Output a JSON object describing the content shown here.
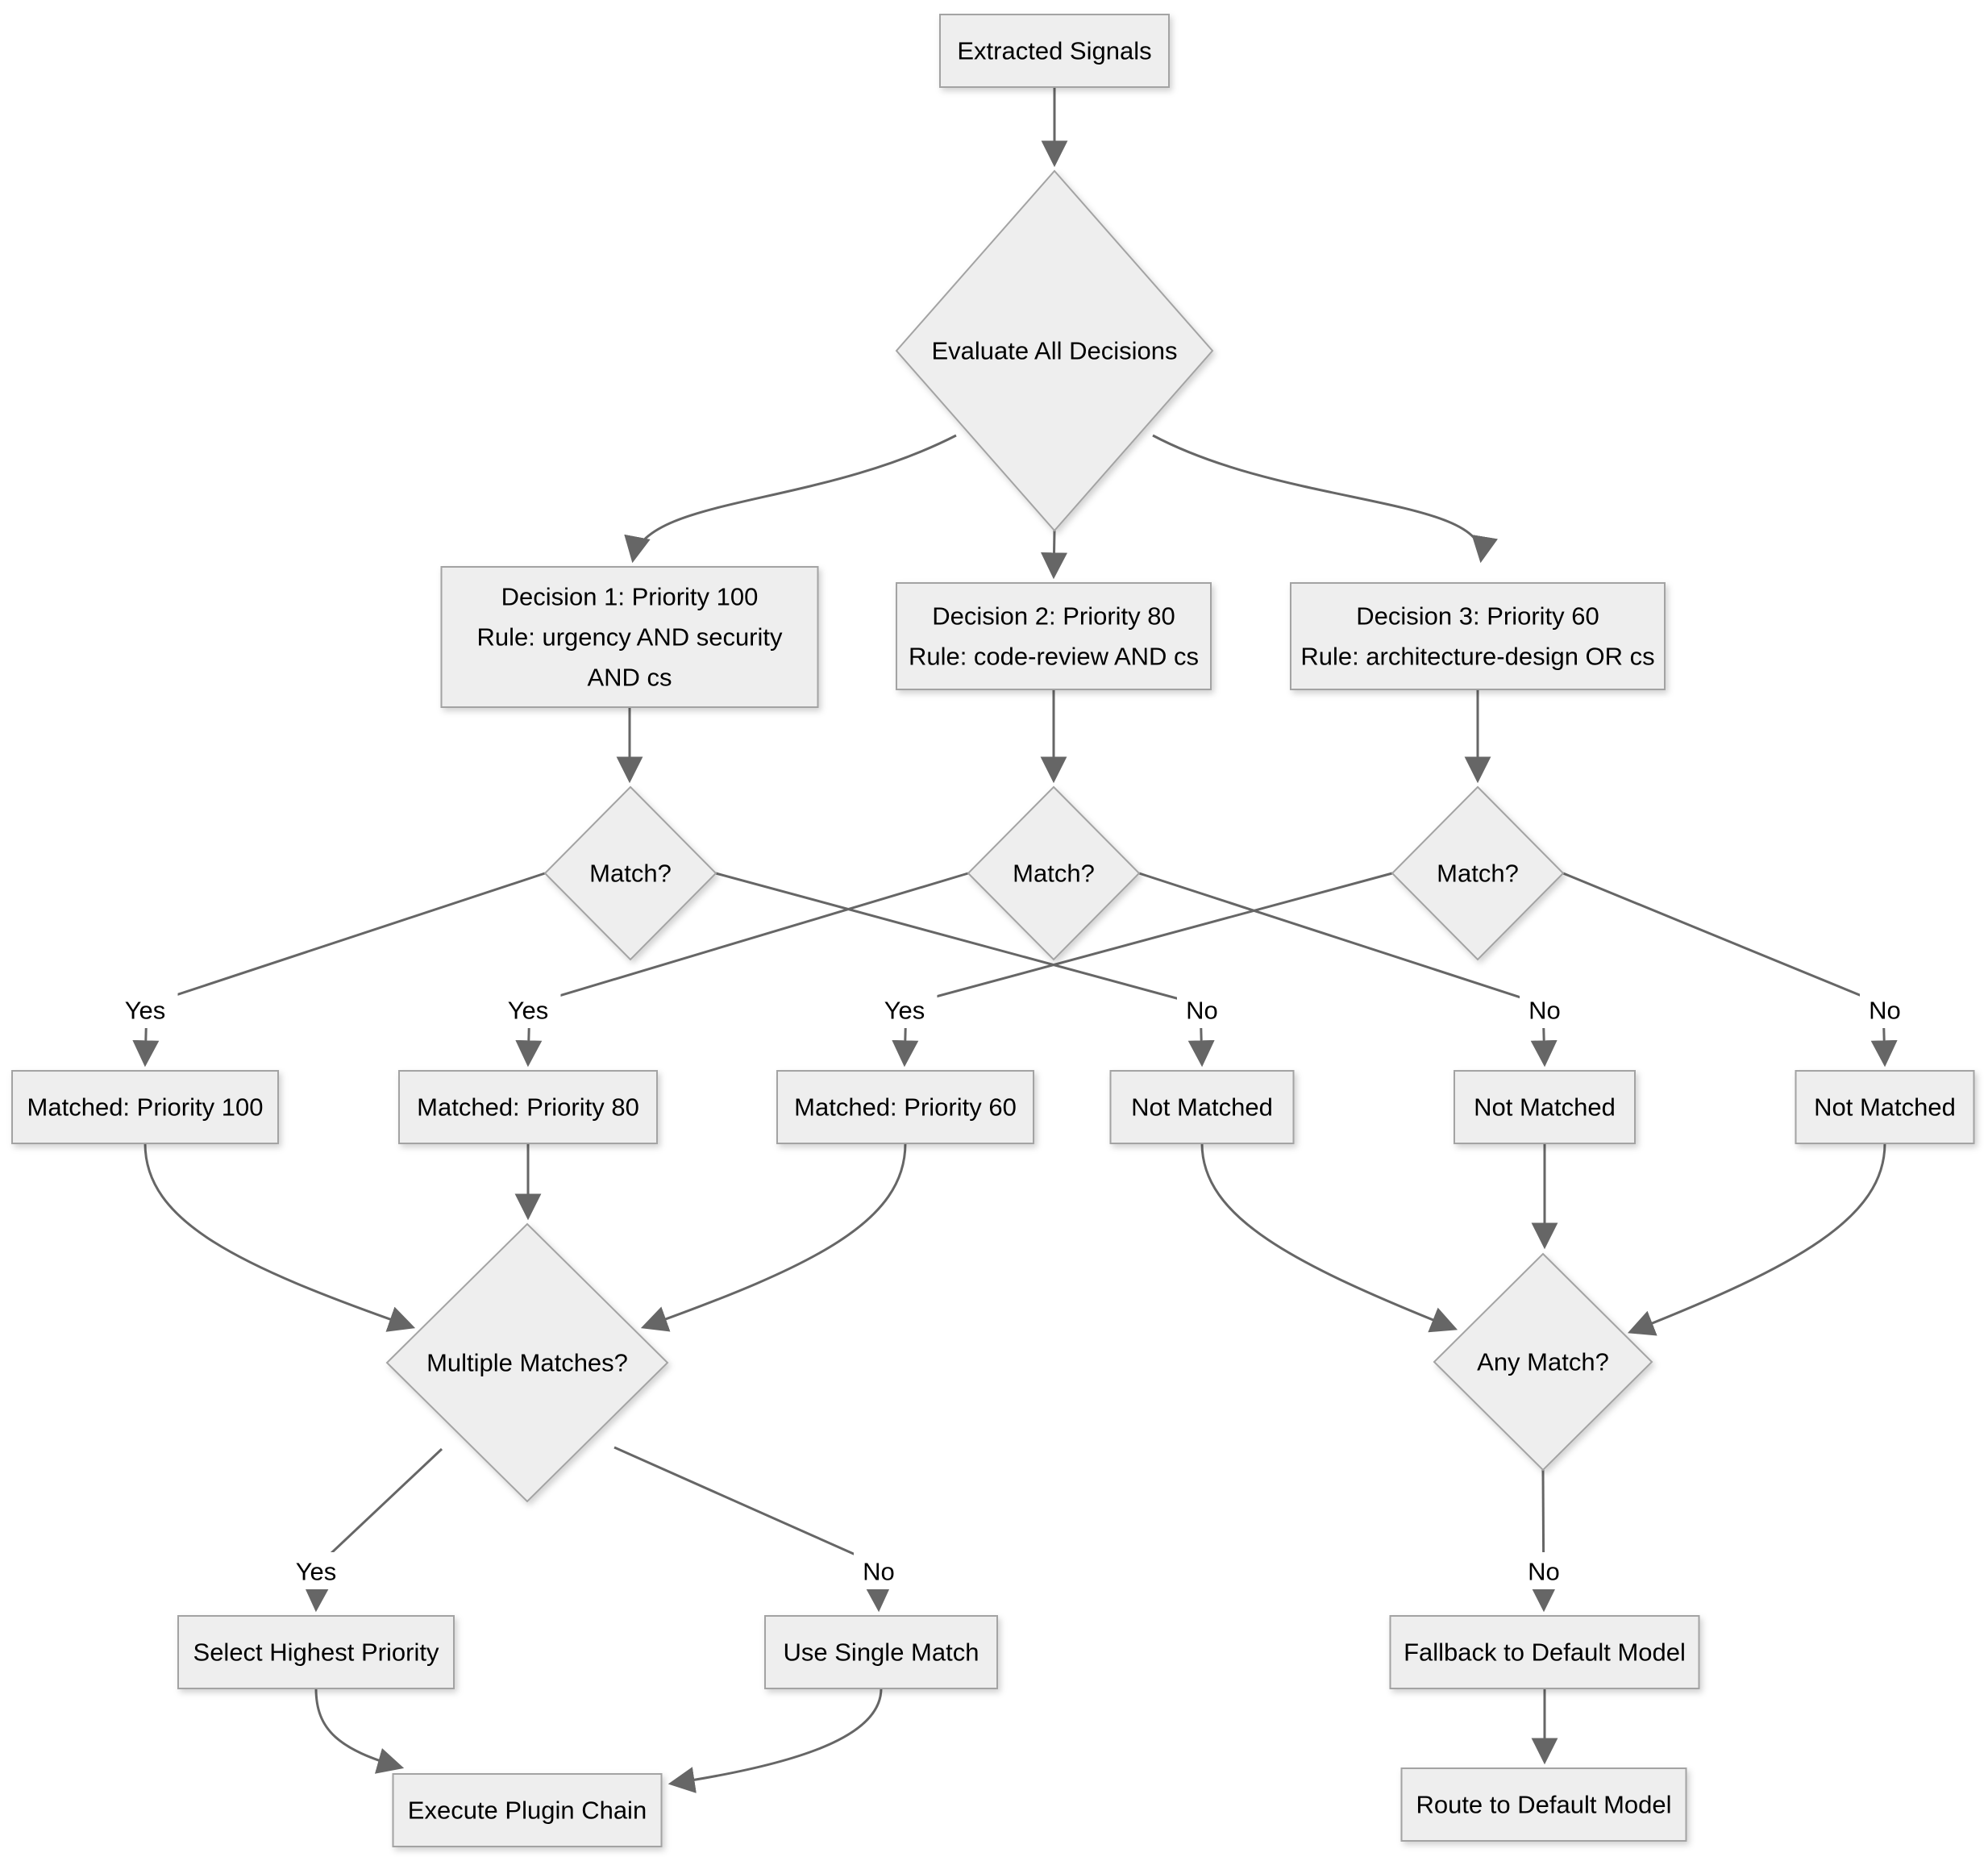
{
  "diagram": {
    "type": "flowchart",
    "colors": {
      "background": "#ffffff",
      "node_fill": "#eeeeee",
      "node_stroke": "#a3a3a3",
      "edge": "#666666",
      "text": "#000000",
      "edge_label_background": "#ffffff"
    },
    "nodes": [
      {
        "id": "extracted-signals",
        "shape": "rect",
        "lines": [
          "Extracted Signals"
        ]
      },
      {
        "id": "evaluate-all-decisions",
        "shape": "diamond",
        "lines": [
          "Evaluate All Decisions"
        ]
      },
      {
        "id": "decision-1",
        "shape": "rect",
        "lines": [
          "Decision 1: Priority 100",
          "Rule: urgency AND security",
          "AND cs"
        ]
      },
      {
        "id": "decision-2",
        "shape": "rect",
        "lines": [
          "Decision 2: Priority 80",
          "Rule: code-review AND cs"
        ]
      },
      {
        "id": "decision-3",
        "shape": "rect",
        "lines": [
          "Decision 3: Priority 60",
          "Rule: architecture-design OR cs"
        ]
      },
      {
        "id": "match-1",
        "shape": "diamond",
        "lines": [
          "Match?"
        ]
      },
      {
        "id": "match-2",
        "shape": "diamond",
        "lines": [
          "Match?"
        ]
      },
      {
        "id": "match-3",
        "shape": "diamond",
        "lines": [
          "Match?"
        ]
      },
      {
        "id": "matched-priority-100",
        "shape": "rect",
        "lines": [
          "Matched: Priority 100"
        ]
      },
      {
        "id": "matched-priority-80",
        "shape": "rect",
        "lines": [
          "Matched: Priority 80"
        ]
      },
      {
        "id": "matched-priority-60",
        "shape": "rect",
        "lines": [
          "Matched: Priority 60"
        ]
      },
      {
        "id": "not-matched-1",
        "shape": "rect",
        "lines": [
          "Not Matched"
        ]
      },
      {
        "id": "not-matched-2",
        "shape": "rect",
        "lines": [
          "Not Matched"
        ]
      },
      {
        "id": "not-matched-3",
        "shape": "rect",
        "lines": [
          "Not Matched"
        ]
      },
      {
        "id": "multiple-matches",
        "shape": "diamond",
        "lines": [
          "Multiple Matches?"
        ]
      },
      {
        "id": "any-match",
        "shape": "diamond",
        "lines": [
          "Any Match?"
        ]
      },
      {
        "id": "select-highest-priority",
        "shape": "rect",
        "lines": [
          "Select Highest Priority"
        ]
      },
      {
        "id": "use-single-match",
        "shape": "rect",
        "lines": [
          "Use Single Match"
        ]
      },
      {
        "id": "fallback-default-model",
        "shape": "rect",
        "lines": [
          "Fallback to Default Model"
        ]
      },
      {
        "id": "execute-plugin-chain",
        "shape": "rect",
        "lines": [
          "Execute Plugin Chain"
        ]
      },
      {
        "id": "route-default-model",
        "shape": "rect",
        "lines": [
          "Route to Default Model"
        ]
      }
    ],
    "edges": [
      {
        "from": "extracted-signals",
        "to": "evaluate-all-decisions",
        "label": ""
      },
      {
        "from": "evaluate-all-decisions",
        "to": "decision-1",
        "label": ""
      },
      {
        "from": "evaluate-all-decisions",
        "to": "decision-2",
        "label": ""
      },
      {
        "from": "evaluate-all-decisions",
        "to": "decision-3",
        "label": ""
      },
      {
        "from": "decision-1",
        "to": "match-1",
        "label": ""
      },
      {
        "from": "decision-2",
        "to": "match-2",
        "label": ""
      },
      {
        "from": "decision-3",
        "to": "match-3",
        "label": ""
      },
      {
        "from": "match-1",
        "to": "matched-priority-100",
        "label": "Yes"
      },
      {
        "from": "match-1",
        "to": "not-matched-1",
        "label": "No"
      },
      {
        "from": "match-2",
        "to": "matched-priority-80",
        "label": "Yes"
      },
      {
        "from": "match-2",
        "to": "not-matched-2",
        "label": "No"
      },
      {
        "from": "match-3",
        "to": "matched-priority-60",
        "label": "Yes"
      },
      {
        "from": "match-3",
        "to": "not-matched-3",
        "label": "No"
      },
      {
        "from": "matched-priority-100",
        "to": "multiple-matches",
        "label": ""
      },
      {
        "from": "matched-priority-80",
        "to": "multiple-matches",
        "label": ""
      },
      {
        "from": "matched-priority-60",
        "to": "multiple-matches",
        "label": ""
      },
      {
        "from": "not-matched-1",
        "to": "any-match",
        "label": ""
      },
      {
        "from": "not-matched-2",
        "to": "any-match",
        "label": ""
      },
      {
        "from": "not-matched-3",
        "to": "any-match",
        "label": ""
      },
      {
        "from": "multiple-matches",
        "to": "select-highest-priority",
        "label": "Yes"
      },
      {
        "from": "multiple-matches",
        "to": "use-single-match",
        "label": "No"
      },
      {
        "from": "any-match",
        "to": "fallback-default-model",
        "label": "No"
      },
      {
        "from": "select-highest-priority",
        "to": "execute-plugin-chain",
        "label": ""
      },
      {
        "from": "use-single-match",
        "to": "execute-plugin-chain",
        "label": ""
      },
      {
        "from": "fallback-default-model",
        "to": "route-default-model",
        "label": ""
      }
    ]
  }
}
